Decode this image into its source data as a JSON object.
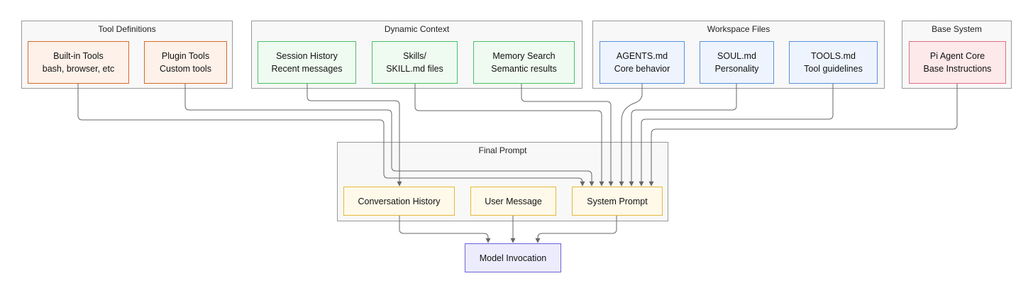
{
  "groups": {
    "tool_definitions": "Tool Definitions",
    "dynamic_context": "Dynamic Context",
    "workspace_files": "Workspace Files",
    "base_system": "Base System",
    "final_prompt": "Final Prompt"
  },
  "nodes": {
    "builtin_tools": {
      "line1": "Built-in Tools",
      "line2": "bash, browser, etc"
    },
    "plugin_tools": {
      "line1": "Plugin Tools",
      "line2": "Custom tools"
    },
    "session_history": {
      "line1": "Session History",
      "line2": "Recent messages"
    },
    "skills": {
      "line1": "Skills/",
      "line2": "SKILL.md files"
    },
    "memory_search": {
      "line1": "Memory Search",
      "line2": "Semantic results"
    },
    "agents_md": {
      "line1": "AGENTS.md",
      "line2": "Core behavior"
    },
    "soul_md": {
      "line1": "SOUL.md",
      "line2": "Personality"
    },
    "tools_md": {
      "line1": "TOOLS.md",
      "line2": "Tool guidelines"
    },
    "pi_agent_core": {
      "line1": "Pi Agent Core",
      "line2": "Base Instructions"
    },
    "conversation_history": {
      "line1": "Conversation History"
    },
    "user_message": {
      "line1": "User Message"
    },
    "system_prompt": {
      "line1": "System Prompt"
    },
    "model_invocation": {
      "line1": "Model Invocation"
    }
  },
  "colors": {
    "tool_border": "#d9682a",
    "dynamic_border": "#4cc068",
    "workspace_border": "#5b8fdc",
    "base_border": "#de6f7f",
    "final_border": "#e6b93b",
    "model_border": "#6a63d6",
    "edge": "#666666"
  }
}
